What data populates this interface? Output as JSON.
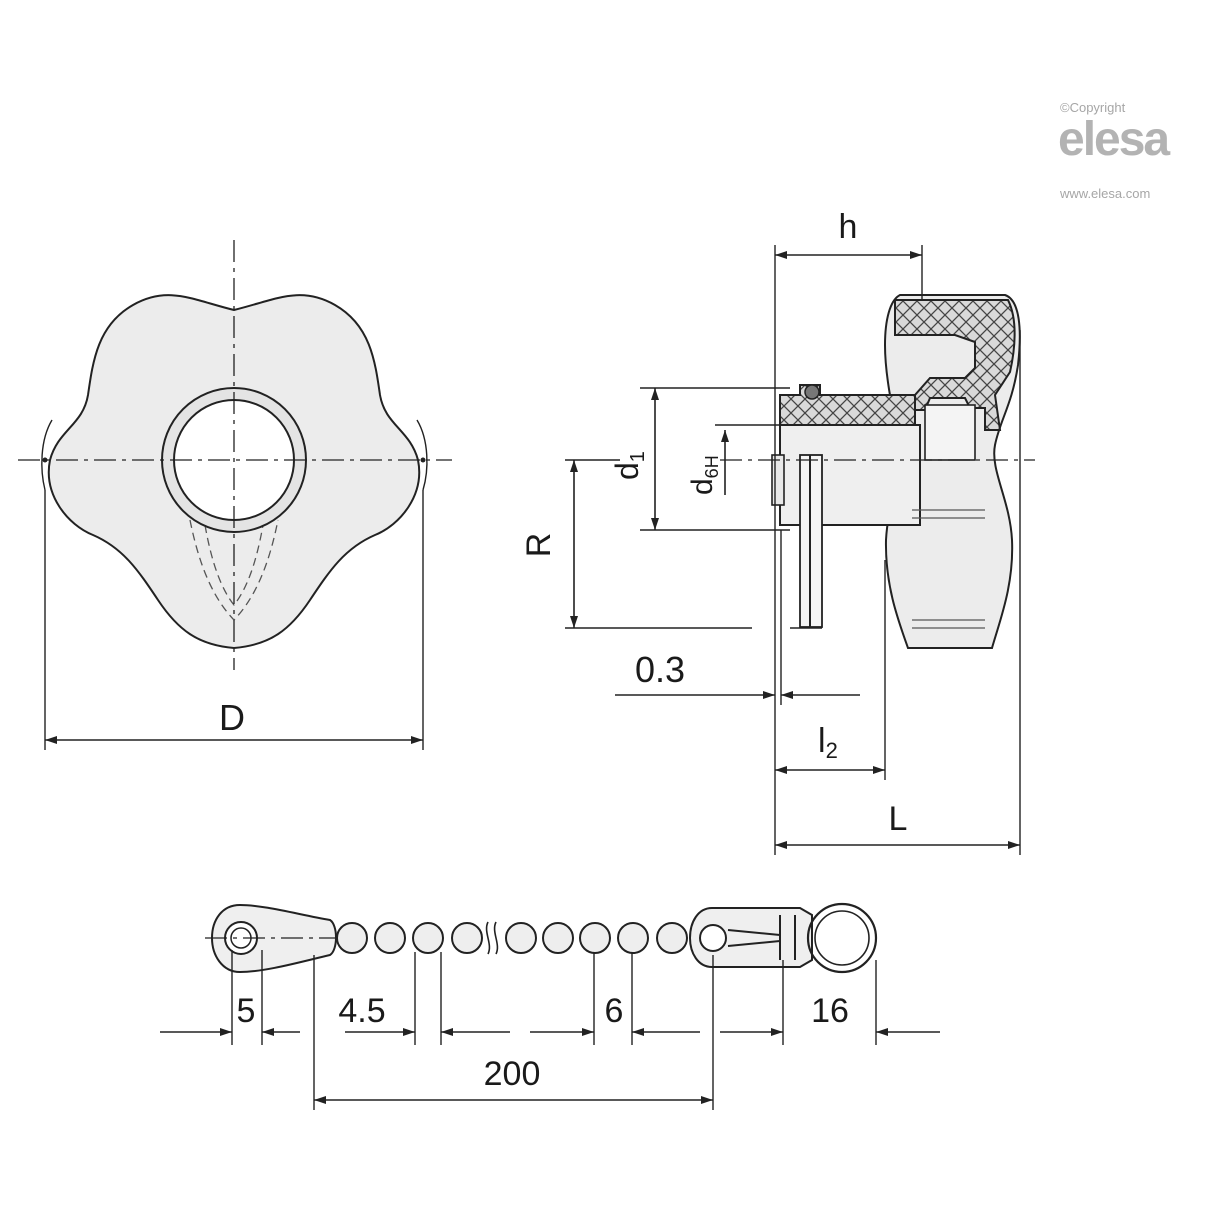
{
  "branding": {
    "copyright": "©Copyright",
    "logo_text": "elesa",
    "website": "www.elesa.com"
  },
  "front_view": {
    "diameter_label": "D"
  },
  "side_view": {
    "labels": {
      "height": "h",
      "thread_diameter": "d",
      "thread_diameter_sub": "1",
      "bore_diameter": "d",
      "bore_diameter_sub": "6H",
      "radius": "R",
      "gap": "0.3",
      "stem_length": "l",
      "stem_length_sub": "2",
      "overall_length": "L"
    }
  },
  "chain_view": {
    "labels": {
      "eyelet_hole": "5",
      "ball_diameter": "4.5",
      "ball_pitch": "6",
      "ring_diameter": "16",
      "chain_length": "200"
    }
  }
}
